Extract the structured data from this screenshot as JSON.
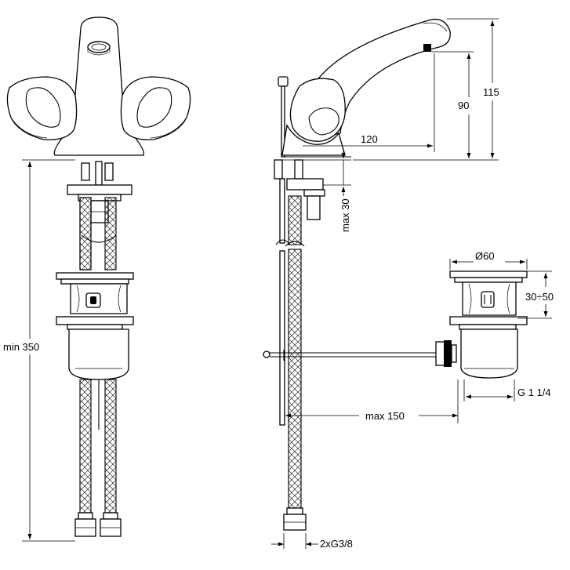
{
  "dimensions": {
    "height_total": "115",
    "height_spout": "90",
    "spout_reach": "120",
    "deck_thickness": "max 30",
    "hose_length": "min 350",
    "waste_diameter": "Ø60",
    "basin_thickness": "30÷50",
    "waste_thread": "G 1 1/4",
    "rod_length": "max 150",
    "hose_thread": "2xG3/8"
  }
}
